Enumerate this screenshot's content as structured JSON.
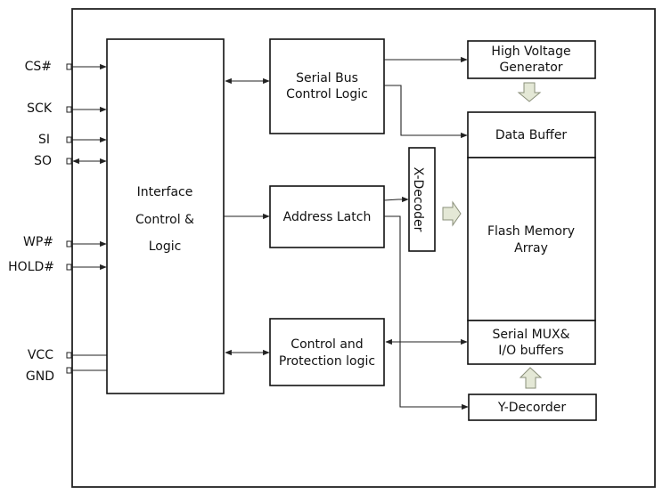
{
  "diagram": {
    "type": "block-diagram",
    "pins": [
      {
        "name": "CS#",
        "direction": "in"
      },
      {
        "name": "SCK",
        "direction": "in"
      },
      {
        "name": "SI",
        "direction": "in"
      },
      {
        "name": "SO",
        "direction": "bidirectional"
      },
      {
        "name": "WP#",
        "direction": "in"
      },
      {
        "name": "HOLD#",
        "direction": "in"
      },
      {
        "name": "VCC",
        "direction": "power"
      },
      {
        "name": "GND",
        "direction": "power"
      }
    ],
    "blocks": {
      "interface": {
        "line1": "Interface",
        "line2": "Control &",
        "line3": "Logic"
      },
      "serial_bus": {
        "line1": "Serial Bus",
        "line2": "Control Logic"
      },
      "address_latch": {
        "line1": "Address Latch"
      },
      "control_protection": {
        "line1": "Control and",
        "line2": "Protection logic"
      },
      "high_voltage": {
        "line1": "High Voltage",
        "line2": "Generator"
      },
      "data_buffer": {
        "line1": "Data Buffer"
      },
      "flash_array": {
        "line1": "Flash Memory",
        "line2": "Array"
      },
      "serial_mux": {
        "line1": "Serial MUX&",
        "line2": "I/O buffers"
      },
      "x_decoder": {
        "line1": "X-Decoder"
      },
      "y_decoder": {
        "line1": "Y-Decorder"
      }
    },
    "connections": [
      {
        "from": "Interface Control & Logic",
        "to": "Serial Bus Control Logic",
        "type": "bidirectional"
      },
      {
        "from": "Interface Control & Logic",
        "to": "Address Latch",
        "type": "arrow"
      },
      {
        "from": "Interface Control & Logic",
        "to": "Control and Protection logic",
        "type": "bidirectional"
      },
      {
        "from": "Serial Bus Control Logic",
        "to": "High Voltage Generator",
        "type": "arrow"
      },
      {
        "from": "Serial Bus Control Logic",
        "to": "Data Buffer",
        "type": "arrow"
      },
      {
        "from": "Address Latch",
        "to": "X-Decoder",
        "type": "arrow"
      },
      {
        "from": "Address Latch",
        "to": "Y-Decorder",
        "type": "arrow"
      },
      {
        "from": "Control and Protection logic",
        "to": "Serial MUX& I/O buffers",
        "type": "bidirectional"
      },
      {
        "from": "High Voltage Generator",
        "to": "Data Buffer",
        "type": "block-arrow"
      },
      {
        "from": "X-Decoder",
        "to": "Flash Memory Array",
        "type": "block-arrow"
      },
      {
        "from": "Y-Decorder",
        "to": "Serial MUX& I/O buffers",
        "type": "block-arrow"
      }
    ],
    "colors": {
      "line": "#222222",
      "block_arrow_fill": "#e4e8d6"
    }
  }
}
